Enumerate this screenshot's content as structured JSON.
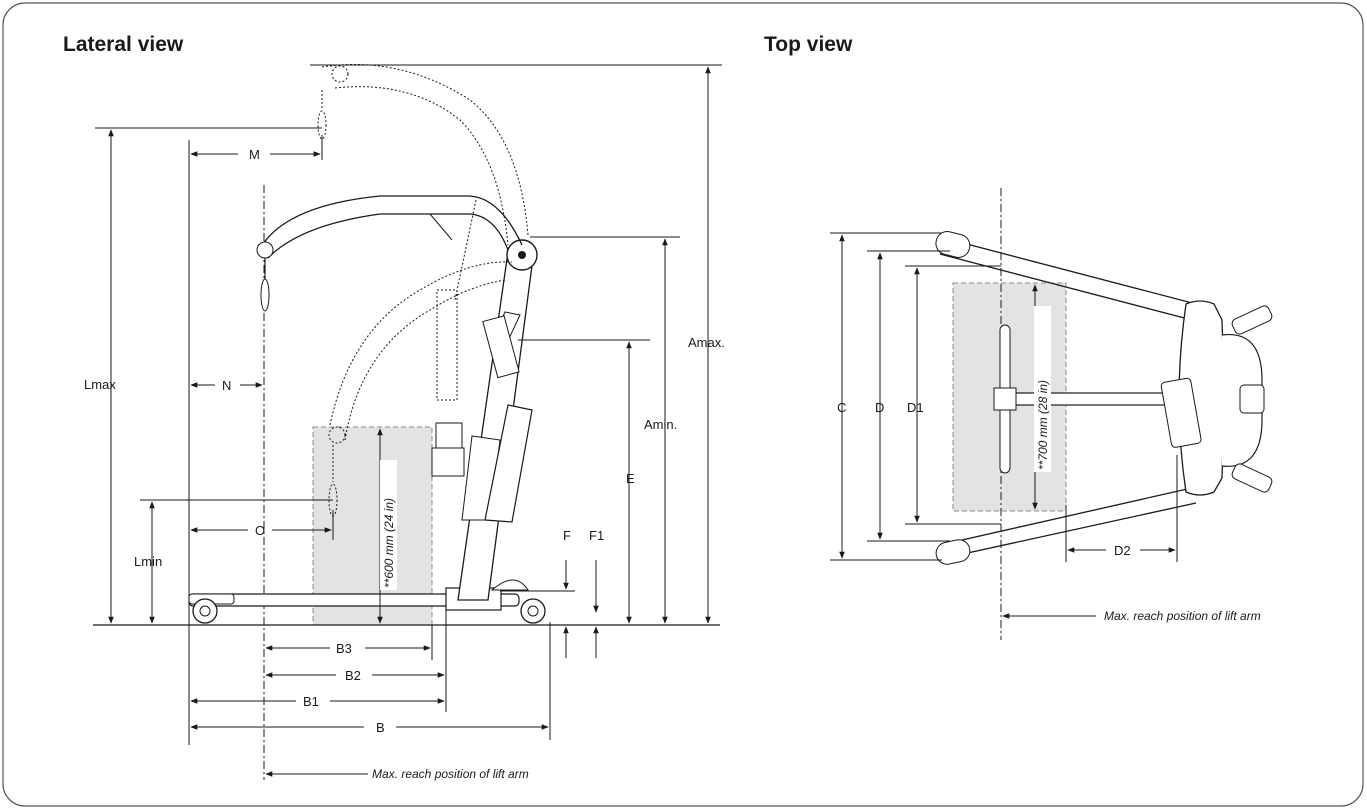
{
  "headings": {
    "lateral": "Lateral view",
    "top": "Top view"
  },
  "lateral_labels": {
    "M": "M",
    "N": "N",
    "O": "O",
    "L_max": "Lmax",
    "L_min": "Lmin",
    "A_max": "Amax.",
    "A_min": "Amin.",
    "E": "E",
    "F": "F",
    "F1": "F1",
    "B": "B",
    "B1": "B1",
    "B2": "B2",
    "B3": "B3",
    "clearance": "**600 mm (24 in)",
    "reach_note": "Max. reach position of lift arm"
  },
  "top_labels": {
    "C": "C",
    "D": "D",
    "D1": "D1",
    "D2": "D2",
    "clearance": "**700 mm (28 in)",
    "reach_note": "Max. reach position of lift arm"
  },
  "colors": {
    "line": "#1a1a1a",
    "shade": "#e3e3e3",
    "border": "#555555"
  }
}
